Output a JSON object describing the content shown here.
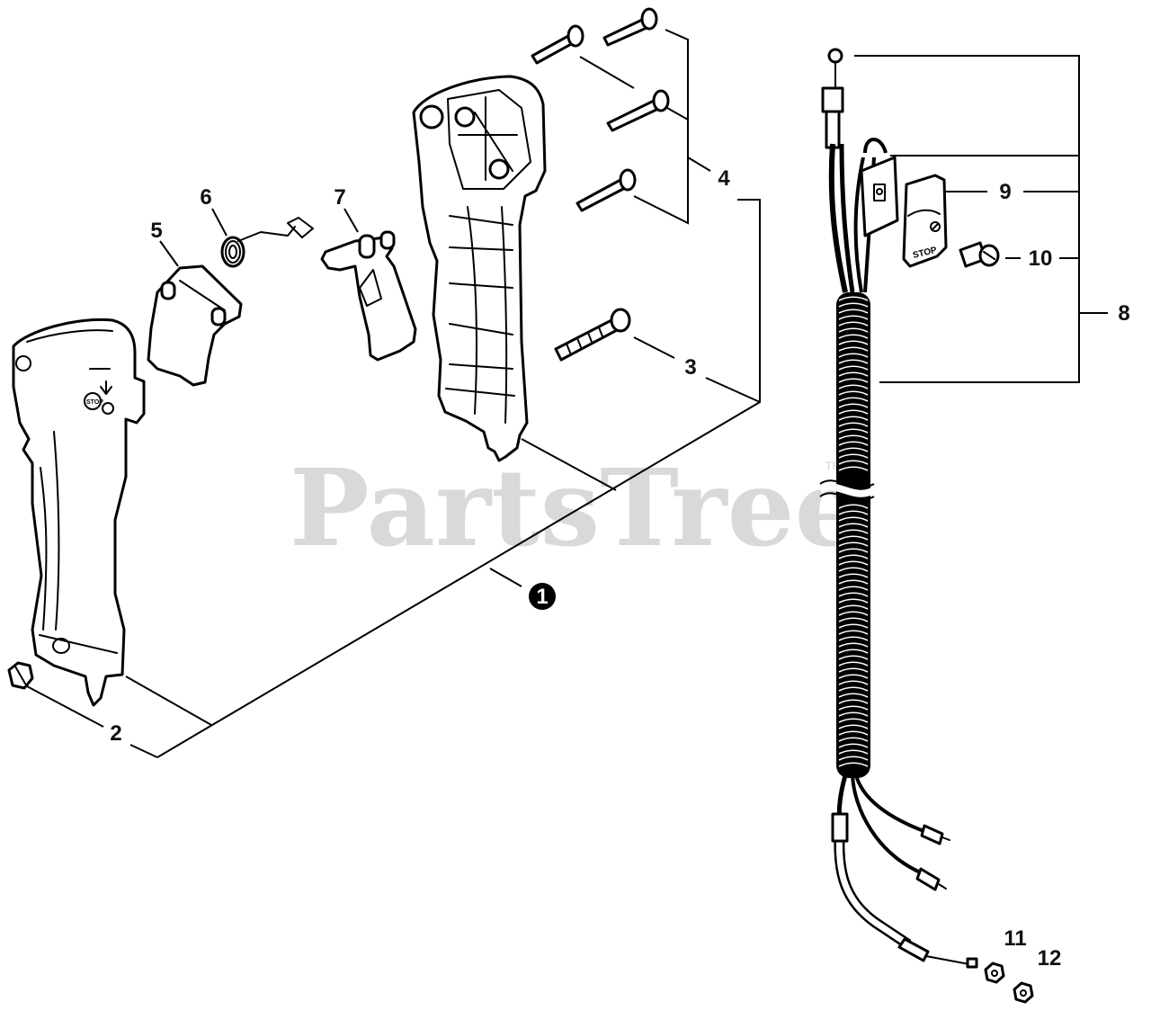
{
  "watermark": {
    "text": "PartsTree",
    "trademark": "TM"
  },
  "callouts": {
    "c1": "1",
    "c2": "2",
    "c3": "3",
    "c4": "4",
    "c5": "5",
    "c6": "6",
    "c7": "7",
    "c8": "8",
    "c9": "9",
    "c10": "10",
    "c11": "11",
    "c12": "12"
  },
  "part_markings": {
    "stop_plate": "STOP",
    "stop_badge": "STOP"
  },
  "colors": {
    "ink": "#000000",
    "watermark": "#d9d9d9",
    "background": "#ffffff"
  }
}
